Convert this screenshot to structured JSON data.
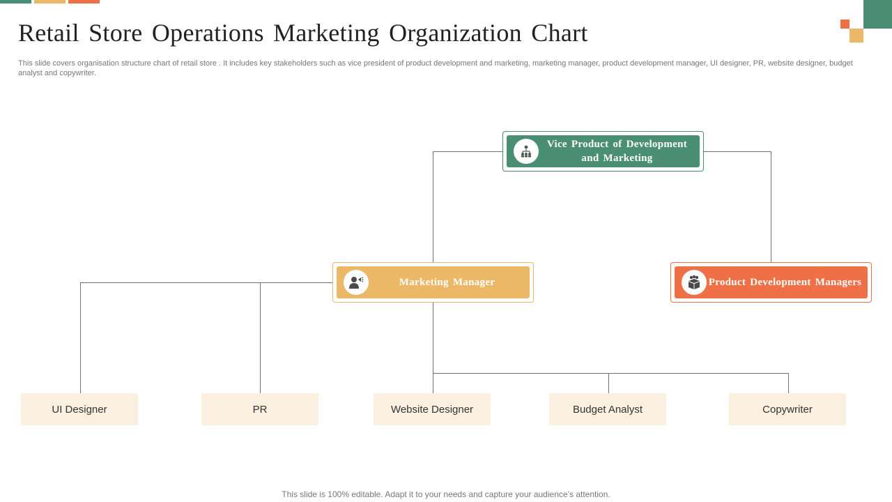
{
  "slide": {
    "title": "Retail Store Operations Marketing Organization Chart",
    "subtitle": "This slide covers organisation structure chart of retail store .  It includes key stakeholders such as vice president of product development and marketing, marketing manager, product development manager, UI designer, PR, website designer, budget analyst and copywriter.",
    "footer": "This slide is 100% editable. Adapt it to your needs and capture your audience’s attention."
  },
  "colors": {
    "green": "#4a8f74",
    "yellow": "#ebb868",
    "orange": "#ef6f47",
    "leaf_bg": "#fbefe0",
    "line": "#707070"
  },
  "org": {
    "top": {
      "label": "Vice Product  of Development and Marketing",
      "icon": "hierarchy-icon"
    },
    "marketing": {
      "label": "Marketing Manager",
      "icon": "marketing-speaker-icon"
    },
    "product": {
      "label": "Product  Development Managers",
      "icon": "product-box-icon"
    },
    "leaves": [
      {
        "label": "UI Designer"
      },
      {
        "label": "PR"
      },
      {
        "label": "Website Designer"
      },
      {
        "label": "Budget Analyst"
      },
      {
        "label": "Copywriter"
      }
    ]
  }
}
